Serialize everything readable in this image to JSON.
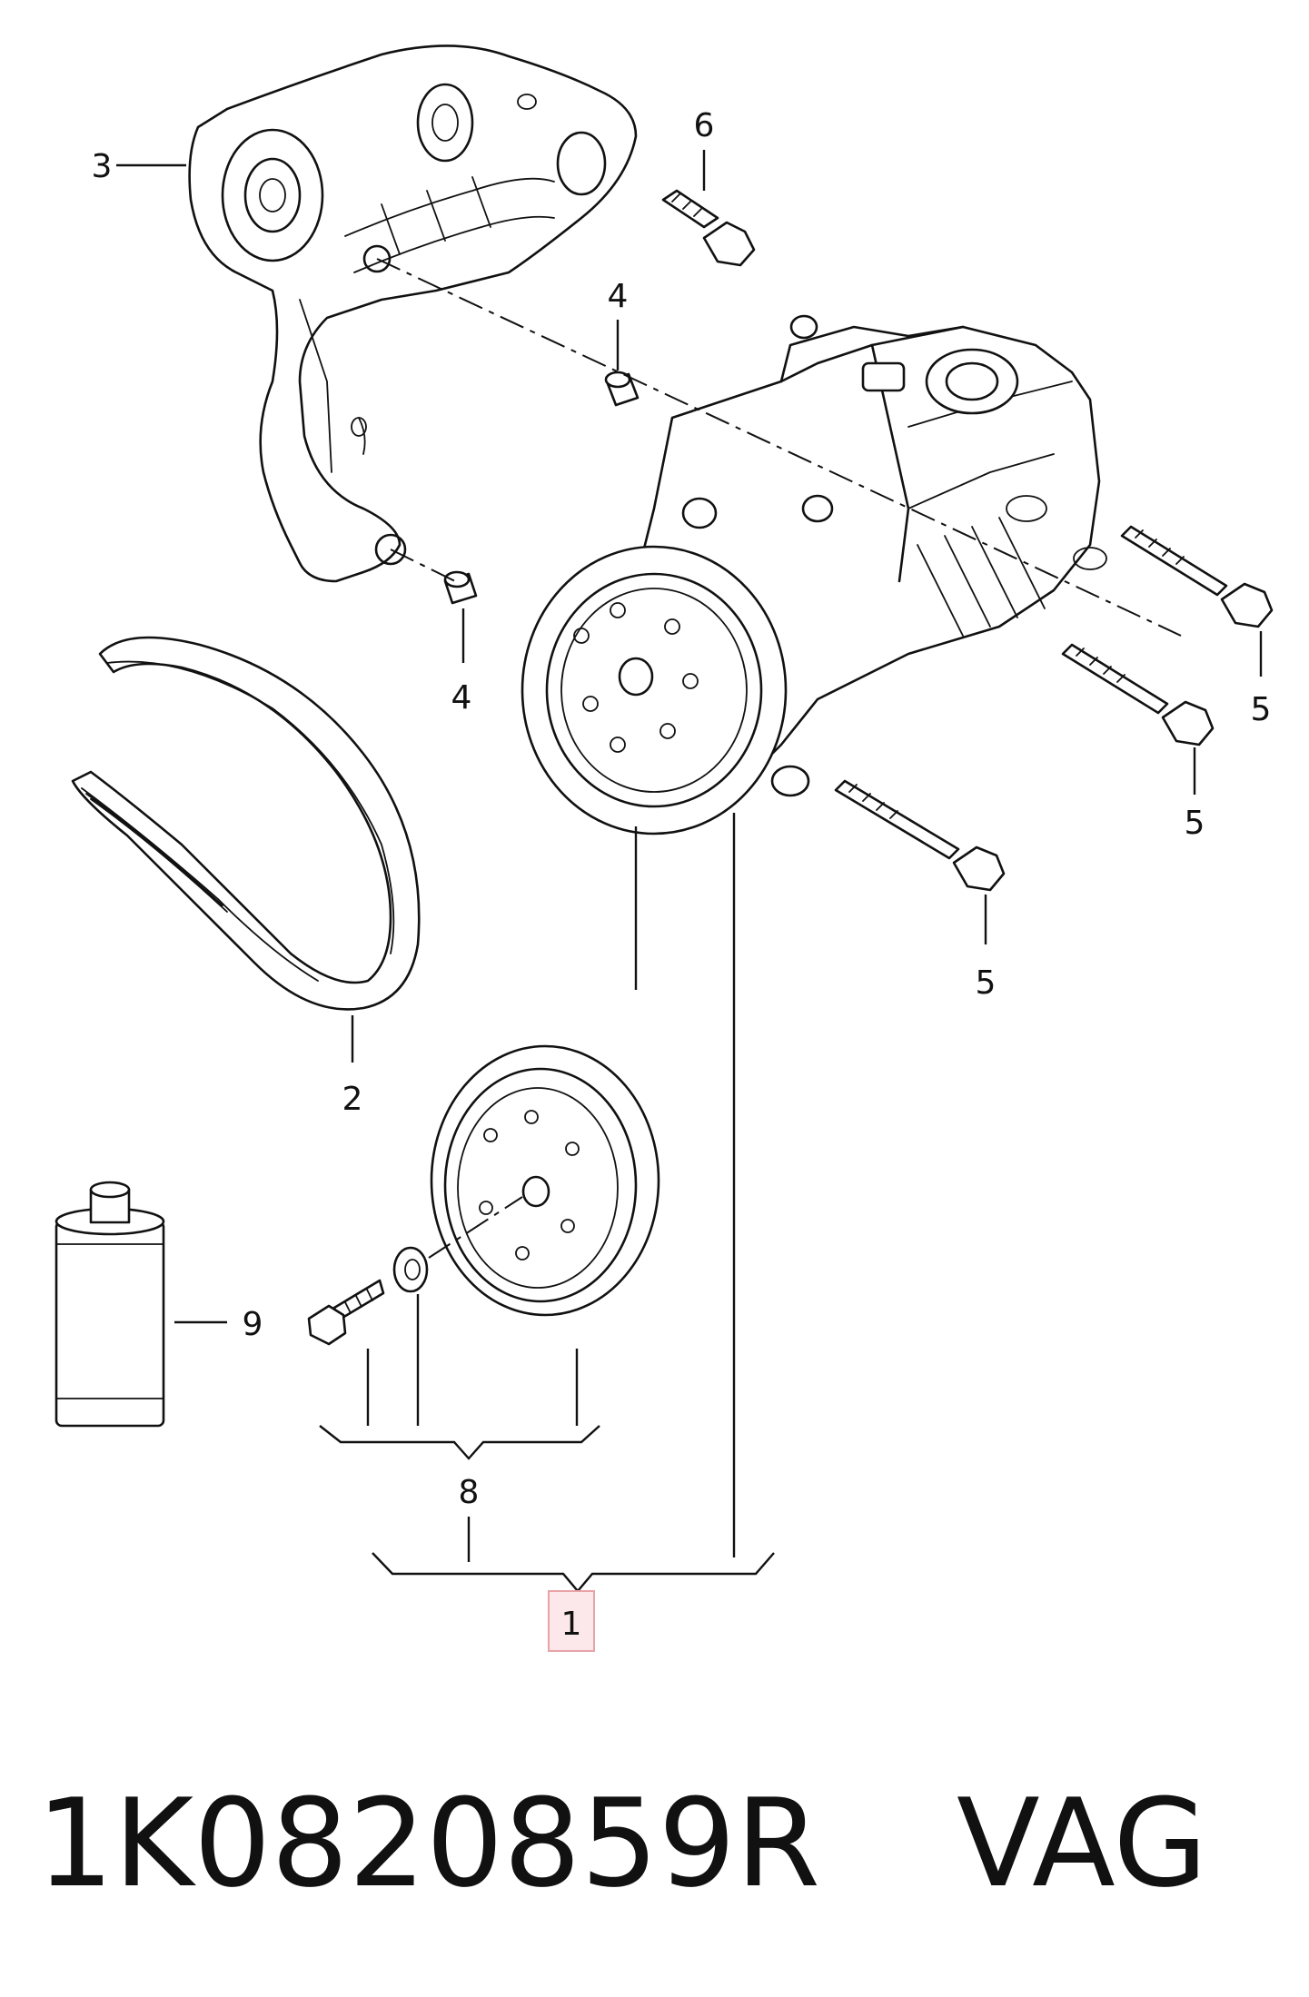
{
  "diagram": {
    "callouts": {
      "c1": "1",
      "c2": "2",
      "c3": "3",
      "c4a": "4",
      "c4b": "4",
      "c5a": "5",
      "c5b": "5",
      "c5c": "5",
      "c6": "6",
      "c8": "8",
      "c9": "9"
    },
    "highlight_color": "#e8a3a8"
  },
  "caption": {
    "part_number": "1K0820859R",
    "brand": "VAG"
  }
}
